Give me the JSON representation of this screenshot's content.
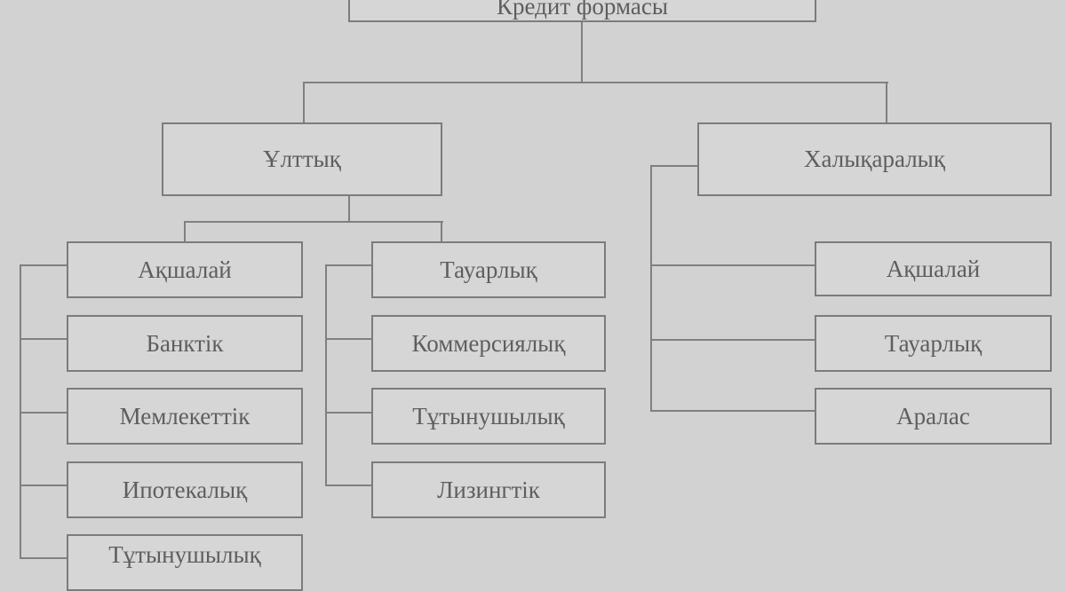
{
  "root": {
    "label": "Кредит формасы"
  },
  "national": {
    "label": "Ұлттық",
    "monetary": {
      "label": "Ақшалай",
      "children": [
        "Банктік",
        "Мемлекеттік",
        "Ипотекалық",
        "Тұтынушылық"
      ]
    },
    "commodity": {
      "label": "Тауарлық",
      "children": [
        "Коммерсиялық",
        "Тұтынушылық",
        "Лизингтік"
      ]
    }
  },
  "international": {
    "label": "Халықаралық",
    "children": [
      "Ақшалай",
      "Тауарлық",
      "Аралас"
    ]
  }
}
